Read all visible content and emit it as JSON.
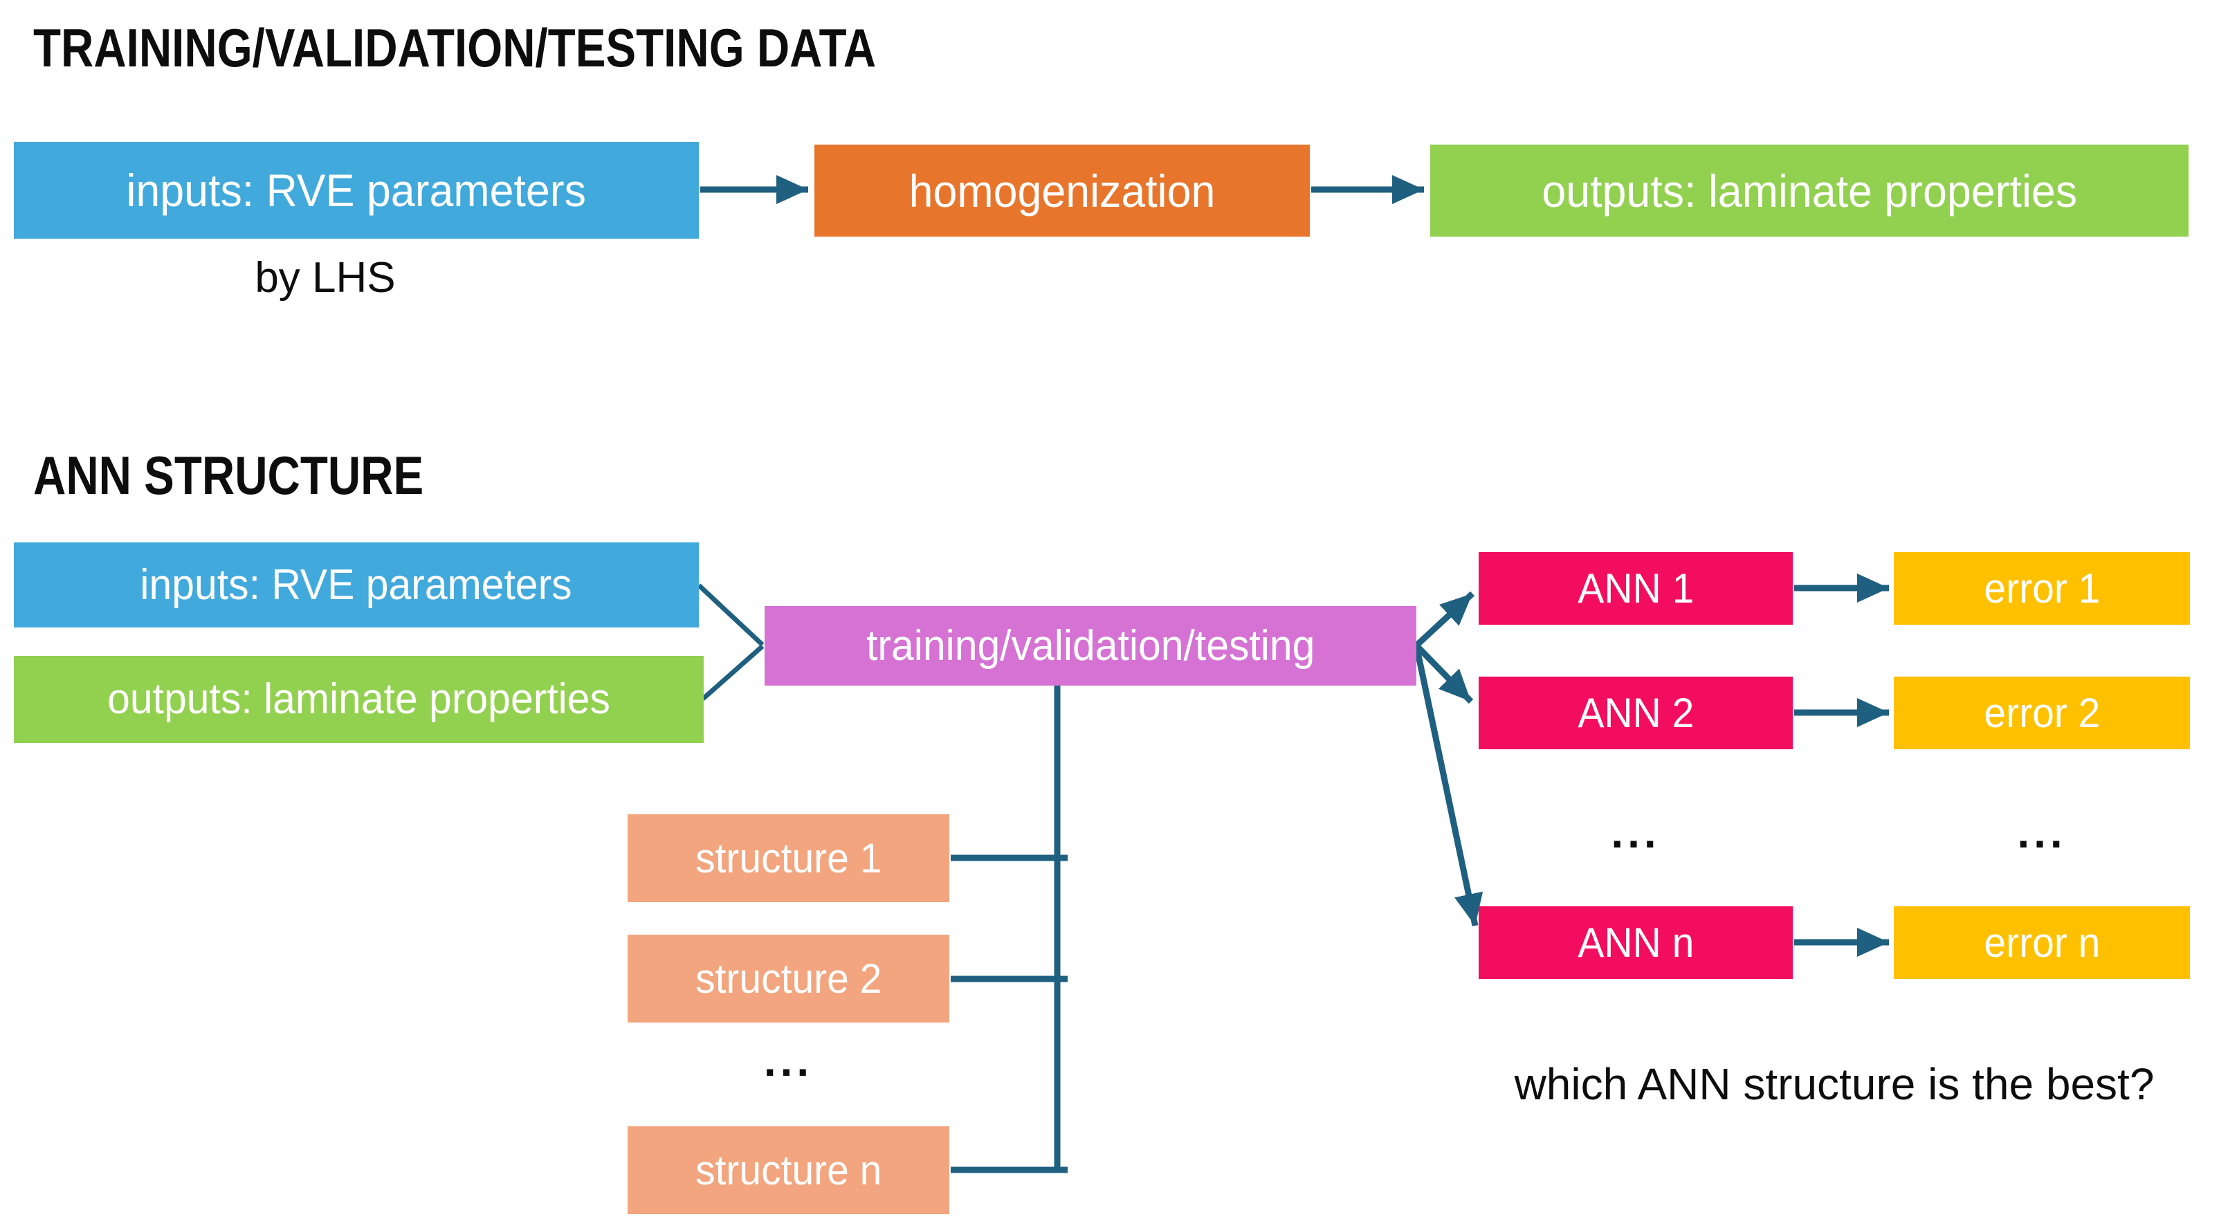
{
  "colors": {
    "blue": "#41A9DC",
    "orange": "#E8752C",
    "green": "#92D050",
    "purple": "#D572D4",
    "pink": "#F20D5E",
    "yellow": "#FFC000",
    "salmon": "#F2A57E",
    "arrow": "#1F5F7F",
    "ink": "#0D0D0D",
    "paper": "#FFFFFF"
  },
  "sections": {
    "data": {
      "heading": "TRAINING/VALIDATION/TESTING DATA",
      "inputs_label": "inputs: RVE parameters",
      "inputs_note": "by LHS",
      "process_label": "homogenization",
      "outputs_label": "outputs: laminate properties"
    },
    "ann": {
      "heading": "ANN STRUCTURE",
      "inputs_label": "inputs: RVE parameters",
      "outputs_label": "outputs: laminate properties",
      "process_label": "training/validation/testing",
      "ann_nodes": [
        "ANN 1",
        "ANN 2",
        "ANN n"
      ],
      "error_nodes": [
        "error 1",
        "error 2",
        "error n"
      ],
      "structure_nodes": [
        "structure 1",
        "structure 2",
        "structure n"
      ],
      "ellipsis": "...",
      "question": "which ANN structure is the best?"
    }
  },
  "edges": [
    {
      "from": "inputs: RVE parameters (data)",
      "to": "homogenization",
      "style": "arrow"
    },
    {
      "from": "homogenization",
      "to": "outputs: laminate properties (data)",
      "style": "arrow"
    },
    {
      "from": "inputs: RVE parameters (ann)",
      "to": "training/validation/testing",
      "style": "line"
    },
    {
      "from": "outputs: laminate properties (ann)",
      "to": "training/validation/testing",
      "style": "line"
    },
    {
      "from": "training/validation/testing",
      "to": "ANN 1",
      "style": "arrow"
    },
    {
      "from": "training/validation/testing",
      "to": "ANN 2",
      "style": "arrow"
    },
    {
      "from": "training/validation/testing",
      "to": "ANN n",
      "style": "arrow"
    },
    {
      "from": "ANN 1",
      "to": "error 1",
      "style": "arrow"
    },
    {
      "from": "ANN 2",
      "to": "error 2",
      "style": "arrow"
    },
    {
      "from": "ANN n",
      "to": "error n",
      "style": "arrow"
    },
    {
      "from": "structure 1",
      "to": "training/validation/testing",
      "style": "line"
    },
    {
      "from": "structure 2",
      "to": "training/validation/testing",
      "style": "line"
    },
    {
      "from": "structure n",
      "to": "training/validation/testing",
      "style": "line"
    }
  ]
}
